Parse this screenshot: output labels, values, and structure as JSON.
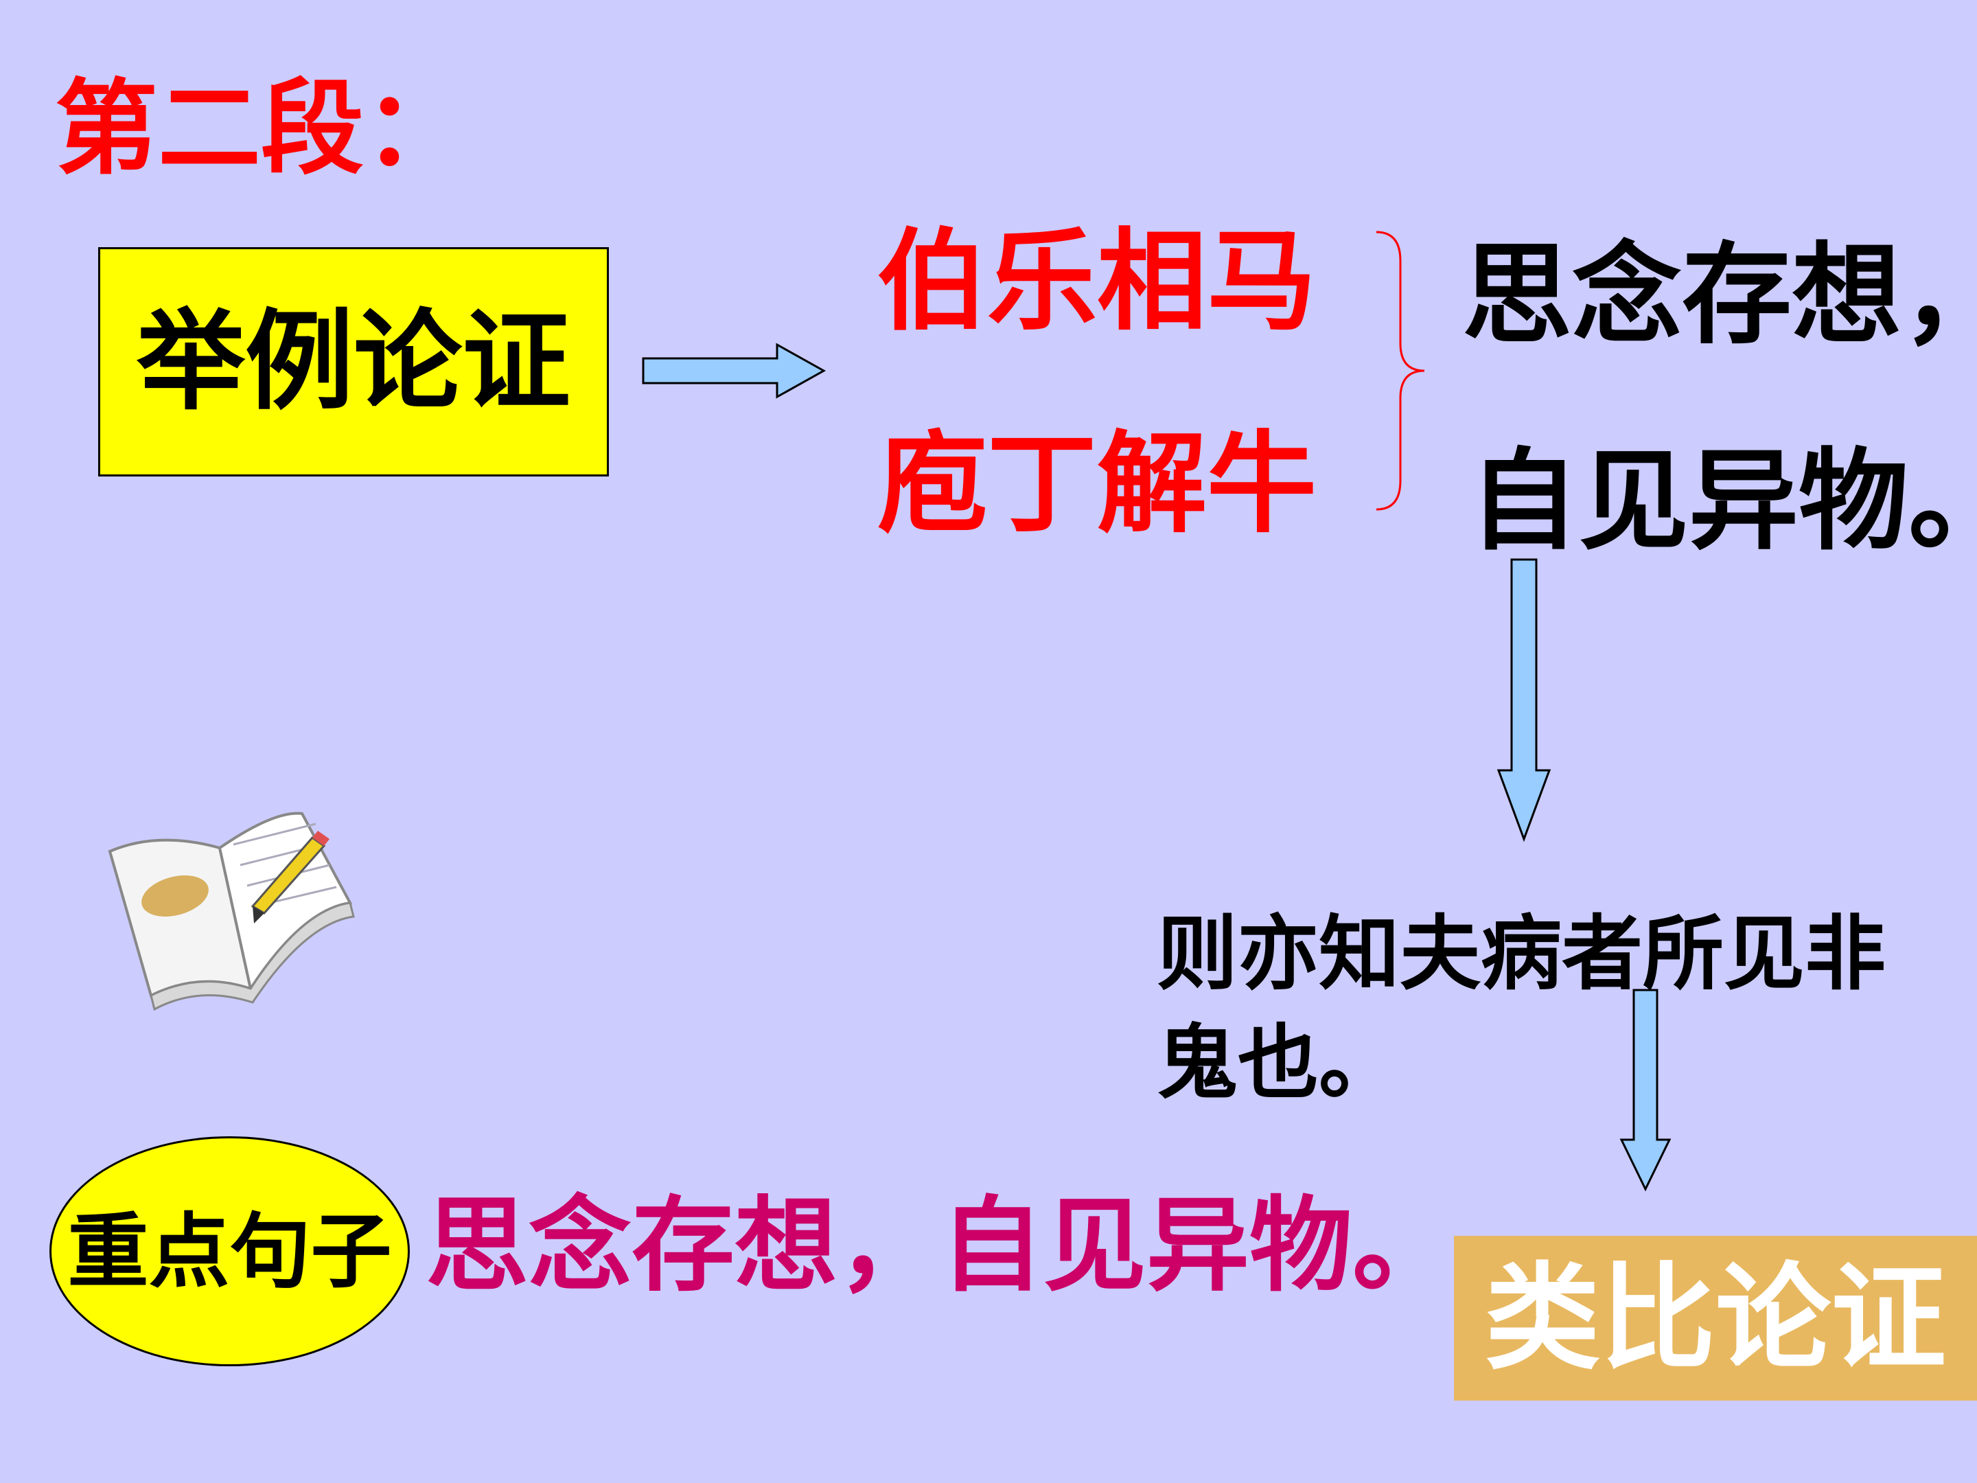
{
  "title": "第二段：",
  "method_box": {
    "label": "举例论证"
  },
  "examples": [
    {
      "label": "伯乐相马"
    },
    {
      "label": "庖丁解牛"
    }
  ],
  "sentence": {
    "line1": "思念存想，",
    "line2": "自见异物。"
  },
  "conclusion": "则亦知夫病者所见非鬼也。",
  "key_label": "重点句子",
  "key_sentence": "思念存想，自见异物。",
  "result_label": "类比论证",
  "colors": {
    "background": "#ccccff",
    "title": "#ff0000",
    "yellow_box": "#ffff00",
    "arrow_fill": "#99ccff",
    "key_sentence": "#cc0066",
    "result_box": "#e8b860"
  },
  "icons": {
    "book": "open-book-with-pencil-icon"
  }
}
